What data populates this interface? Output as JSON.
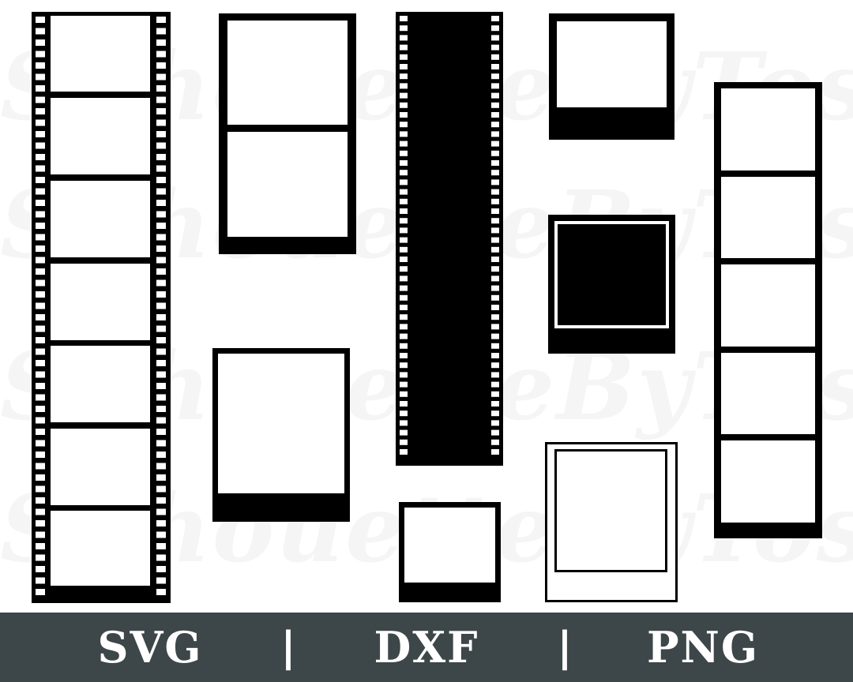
{
  "watermark": {
    "text": "SilhouetteByToseef"
  },
  "frames": [
    {
      "name": "film-strip-long-7-frames",
      "type": "film-strip",
      "frames": 7
    },
    {
      "name": "photo-strip-2-frames",
      "type": "photo-strip",
      "frames": 2
    },
    {
      "name": "film-negative-strip",
      "type": "film-negative"
    },
    {
      "name": "instant-photo-wide",
      "type": "instant-photo"
    },
    {
      "name": "photo-booth-strip-5-frames",
      "type": "photo-strip",
      "frames": 5
    },
    {
      "name": "instant-photo-filled",
      "type": "instant-photo-filled"
    },
    {
      "name": "instant-photo-tall",
      "type": "instant-photo"
    },
    {
      "name": "instant-photo-small",
      "type": "instant-photo"
    },
    {
      "name": "instant-photo-outline",
      "type": "instant-photo-outline"
    }
  ],
  "footer": {
    "formats": [
      "SVG",
      "DXF",
      "PNG"
    ],
    "separator": "|",
    "background": "#3d4649",
    "text_color": "#ffffff"
  }
}
